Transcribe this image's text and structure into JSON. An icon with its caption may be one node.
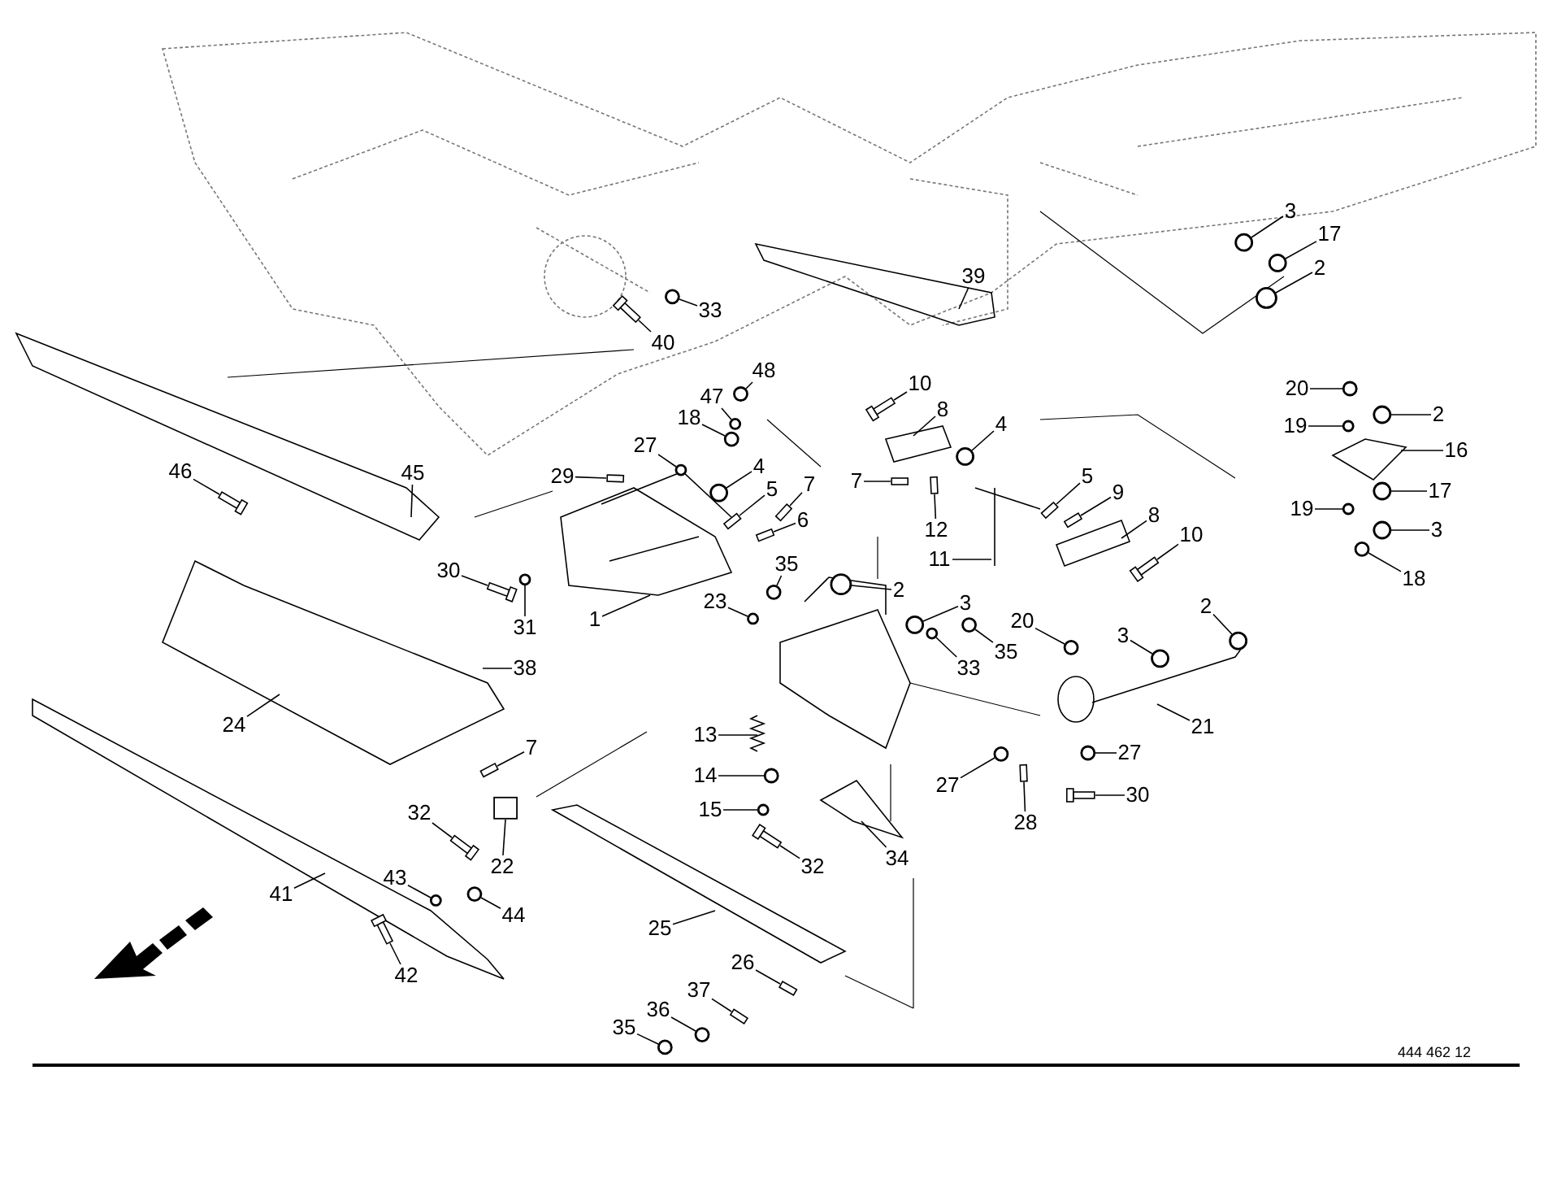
{
  "diagram": {
    "nodes": [
      {
        "text": [
          "3"
        ]
      },
      {
        "text": [
          "17"
        ]
      },
      {
        "text": [
          "2"
        ]
      },
      {
        "text": [
          "39"
        ]
      },
      {
        "text": [
          "33"
        ]
      },
      {
        "text": [
          "40"
        ]
      },
      {
        "text": [
          "20"
        ]
      },
      {
        "text": [
          "2"
        ]
      },
      {
        "text": [
          "19"
        ]
      },
      {
        "text": [
          "16"
        ]
      },
      {
        "text": [
          "17"
        ]
      },
      {
        "text": [
          "19"
        ]
      },
      {
        "text": [
          "3"
        ]
      },
      {
        "text": [
          "18"
        ]
      },
      {
        "text": [
          "48"
        ]
      },
      {
        "text": [
          "47"
        ]
      },
      {
        "text": [
          "46"
        ]
      },
      {
        "text": [
          "45"
        ]
      },
      {
        "text": [
          "10"
        ]
      },
      {
        "text": [
          "8"
        ]
      },
      {
        "text": [
          "4"
        ]
      },
      {
        "text": [
          "7"
        ]
      },
      {
        "text": [
          "5"
        ]
      },
      {
        "text": [
          "9"
        ]
      },
      {
        "text": [
          "12"
        ]
      },
      {
        "text": [
          "8"
        ]
      },
      {
        "text": [
          "11"
        ]
      },
      {
        "text": [
          "10"
        ]
      },
      {
        "text": [
          "18"
        ]
      },
      {
        "text": [
          "27"
        ]
      },
      {
        "text": [
          "29"
        ]
      },
      {
        "text": [
          "4"
        ]
      },
      {
        "text": [
          "5"
        ]
      },
      {
        "text": [
          "7"
        ]
      },
      {
        "text": [
          "6"
        ]
      },
      {
        "text": [
          "30"
        ]
      },
      {
        "text": [
          "31"
        ]
      },
      {
        "text": [
          "1"
        ]
      },
      {
        "text": [
          "35"
        ]
      },
      {
        "text": [
          "23"
        ]
      },
      {
        "text": [
          "2"
        ]
      },
      {
        "text": [
          "3"
        ]
      },
      {
        "text": [
          "35"
        ]
      },
      {
        "text": [
          "33"
        ]
      },
      {
        "text": [
          "38"
        ]
      },
      {
        "text": [
          "20"
        ]
      },
      {
        "text": [
          "3"
        ]
      },
      {
        "text": [
          "2"
        ]
      },
      {
        "text": [
          "21"
        ]
      },
      {
        "text": [
          "27"
        ]
      },
      {
        "text": [
          "30"
        ]
      },
      {
        "text": [
          "27"
        ]
      },
      {
        "text": [
          "28"
        ]
      },
      {
        "text": [
          "24"
        ]
      },
      {
        "text": [
          "13"
        ]
      },
      {
        "text": [
          "14"
        ]
      },
      {
        "text": [
          "15"
        ]
      },
      {
        "text": [
          "7"
        ]
      },
      {
        "text": [
          "22"
        ]
      },
      {
        "text": [
          "32"
        ]
      },
      {
        "text": [
          "34"
        ]
      },
      {
        "text": [
          "32"
        ]
      },
      {
        "text": [
          "41"
        ]
      },
      {
        "text": [
          "43"
        ]
      },
      {
        "text": [
          "44"
        ]
      },
      {
        "text": [
          "42"
        ]
      },
      {
        "text": [
          "25"
        ]
      },
      {
        "text": [
          "26"
        ]
      },
      {
        "text": [
          "37"
        ]
      },
      {
        "text": [
          "36"
        ]
      },
      {
        "text": [
          "35"
        ]
      },
      {
        "text": [],
        "shape": "circle"
      },
      {
        "text": [],
        "shape": "circle"
      },
      {
        "text": [],
        "shape": "circle"
      },
      {
        "text": [],
        "shape": "circle"
      },
      {
        "text": [],
        "shape": "bar"
      },
      {
        "text": [],
        "shape": "circle"
      },
      {
        "text": [],
        "shape": "circle"
      },
      {
        "text": [],
        "shape": "circle"
      },
      {
        "text": [],
        "shape": "circle"
      },
      {
        "text": [],
        "shape": "circle"
      },
      {
        "text": [],
        "shape": "circle"
      },
      {
        "text": [],
        "shape": "circle"
      },
      {
        "text": [],
        "shape": "circle"
      },
      {
        "text": [],
        "shape": "circle"
      },
      {
        "text": [],
        "shape": "bar"
      },
      {
        "text": [],
        "shape": "bar"
      },
      {
        "text": [],
        "shape": "circle"
      },
      {
        "text": [],
        "shape": "bar"
      },
      {
        "text": [],
        "shape": "bar"
      },
      {
        "text": [],
        "shape": "bar"
      },
      {
        "text": [],
        "shape": "bar"
      },
      {
        "text": [],
        "shape": "bar"
      },
      {
        "text": [],
        "shape": "circle"
      },
      {
        "text": [],
        "shape": "circle"
      },
      {
        "text": [],
        "shape": "bar"
      },
      {
        "text": [],
        "shape": "circle"
      },
      {
        "text": [],
        "shape": "bar"
      },
      {
        "text": [],
        "shape": "bar"
      },
      {
        "text": [],
        "shape": "bar"
      },
      {
        "text": [],
        "shape": "bar"
      },
      {
        "text": [],
        "shape": "circle"
      },
      {
        "text": [],
        "shape": "circle"
      },
      {
        "text": [],
        "shape": "circle"
      },
      {
        "text": [],
        "shape": "circle"
      },
      {
        "text": [],
        "shape": "circle"
      },
      {
        "text": [],
        "shape": "circle"
      },
      {
        "text": [],
        "shape": "circle"
      },
      {
        "text": [],
        "shape": "circle"
      },
      {
        "text": [],
        "shape": "circle"
      },
      {
        "text": [],
        "shape": "circle"
      },
      {
        "text": [],
        "shape": "circle"
      },
      {
        "text": [],
        "shape": "bar"
      },
      {
        "text": [],
        "shape": "circle"
      },
      {
        "text": [],
        "shape": "bar"
      },
      {
        "text": [],
        "shape": "circle"
      },
      {
        "text": [],
        "shape": "circle"
      },
      {
        "text": [],
        "shape": "bar"
      },
      {
        "text": [],
        "shape": "bar"
      },
      {
        "text": [],
        "shape": "bar"
      },
      {
        "text": [],
        "shape": "circle"
      },
      {
        "text": [],
        "shape": "circle"
      },
      {
        "text": [],
        "shape": "bar"
      },
      {
        "text": [],
        "shape": "bar"
      },
      {
        "text": [],
        "shape": "bar"
      },
      {
        "text": [],
        "shape": "circle"
      },
      {
        "text": [],
        "shape": "circle"
      },
      {
        "text": [],
        "shape": "box"
      }
    ],
    "edges": [
      {
        "from": 0,
        "to": 71,
        "arrow": "none"
      },
      {
        "from": 1,
        "to": 72,
        "arrow": "none"
      },
      {
        "from": 2,
        "to": 73,
        "arrow": "none"
      },
      {
        "from": 3,
        "to": null,
        "arrow": "none"
      },
      {
        "from": 4,
        "to": 74,
        "arrow": "none"
      },
      {
        "from": 5,
        "to": 75,
        "arrow": "none"
      },
      {
        "from": 6,
        "to": 76,
        "arrow": "none"
      },
      {
        "from": 7,
        "to": 77,
        "arrow": "none"
      },
      {
        "from": 8,
        "to": 78,
        "arrow": "none"
      },
      {
        "from": 9,
        "to": null,
        "arrow": "none"
      },
      {
        "from": 10,
        "to": 79,
        "arrow": "none"
      },
      {
        "from": 11,
        "to": 80,
        "arrow": "none"
      },
      {
        "from": 12,
        "to": 81,
        "arrow": "none"
      },
      {
        "from": 13,
        "to": 82,
        "arrow": "none"
      },
      {
        "from": 14,
        "to": 83,
        "arrow": "none"
      },
      {
        "from": 15,
        "to": 84,
        "arrow": "none"
      },
      {
        "from": 16,
        "to": 85,
        "arrow": "none"
      },
      {
        "from": 17,
        "to": null,
        "arrow": "none"
      },
      {
        "from": 18,
        "to": 86,
        "arrow": "none"
      },
      {
        "from": 19,
        "to": null,
        "arrow": "none"
      },
      {
        "from": 20,
        "to": 87,
        "arrow": "none"
      },
      {
        "from": 21,
        "to": 88,
        "arrow": "none"
      },
      {
        "from": 22,
        "to": 89,
        "arrow": "none"
      },
      {
        "from": 23,
        "to": 90,
        "arrow": "none"
      },
      {
        "from": 24,
        "to": 91,
        "arrow": "none"
      },
      {
        "from": 25,
        "to": null,
        "arrow": "none"
      },
      {
        "from": 26,
        "to": null,
        "arrow": "none"
      },
      {
        "from": 27,
        "to": 92,
        "arrow": "none"
      },
      {
        "from": 28,
        "to": 93,
        "arrow": "none"
      },
      {
        "from": 29,
        "to": 94,
        "arrow": "none"
      },
      {
        "from": 30,
        "to": 95,
        "arrow": "none"
      },
      {
        "from": 31,
        "to": 96,
        "arrow": "none"
      },
      {
        "from": 32,
        "to": 97,
        "arrow": "none"
      },
      {
        "from": 33,
        "to": 98,
        "arrow": "none"
      },
      {
        "from": 34,
        "to": 99,
        "arrow": "none"
      },
      {
        "from": 35,
        "to": 100,
        "arrow": "none"
      },
      {
        "from": 36,
        "to": 101,
        "arrow": "none"
      },
      {
        "from": 37,
        "to": null,
        "arrow": "none"
      },
      {
        "from": 38,
        "to": 102,
        "arrow": "none"
      },
      {
        "from": 39,
        "to": 103,
        "arrow": "none"
      },
      {
        "from": 40,
        "to": 104,
        "arrow": "none"
      },
      {
        "from": 41,
        "to": 105,
        "arrow": "none"
      },
      {
        "from": 42,
        "to": 106,
        "arrow": "none"
      },
      {
        "from": 43,
        "to": 107,
        "arrow": "none"
      },
      {
        "from": 44,
        "to": null,
        "arrow": "none"
      },
      {
        "from": 45,
        "to": 108,
        "arrow": "none"
      },
      {
        "from": 46,
        "to": 109,
        "arrow": "none"
      },
      {
        "from": 47,
        "to": 110,
        "arrow": "none"
      },
      {
        "from": 48,
        "to": null,
        "arrow": "none"
      },
      {
        "from": 49,
        "to": 111,
        "arrow": "none"
      },
      {
        "from": 50,
        "to": 112,
        "arrow": "none"
      },
      {
        "from": 51,
        "to": 113,
        "arrow": "none"
      },
      {
        "from": 52,
        "to": 114,
        "arrow": "none"
      },
      {
        "from": 53,
        "to": null,
        "arrow": "none"
      },
      {
        "from": 54,
        "to": null,
        "arrow": "none"
      },
      {
        "from": 55,
        "to": 115,
        "arrow": "none"
      },
      {
        "from": 56,
        "to": 116,
        "arrow": "none"
      },
      {
        "from": 57,
        "to": 117,
        "arrow": "none"
      },
      {
        "from": 58,
        "to": 127,
        "arrow": "none"
      },
      {
        "from": 59,
        "to": 118,
        "arrow": "none"
      },
      {
        "from": 60,
        "to": null,
        "arrow": "none"
      },
      {
        "from": 61,
        "to": 119,
        "arrow": "none"
      },
      {
        "from": 62,
        "to": null,
        "arrow": "none"
      },
      {
        "from": 63,
        "to": 120,
        "arrow": "none"
      },
      {
        "from": 64,
        "to": 121,
        "arrow": "none"
      },
      {
        "from": 65,
        "to": 122,
        "arrow": "none"
      },
      {
        "from": 66,
        "to": null,
        "arrow": "none"
      },
      {
        "from": 67,
        "to": 123,
        "arrow": "none"
      },
      {
        "from": 68,
        "to": 124,
        "arrow": "none"
      },
      {
        "from": 69,
        "to": 125,
        "arrow": "none"
      },
      {
        "from": 70,
        "to": 126,
        "arrow": "none"
      }
    ],
    "labels": [
      "444 462 12"
    ]
  }
}
